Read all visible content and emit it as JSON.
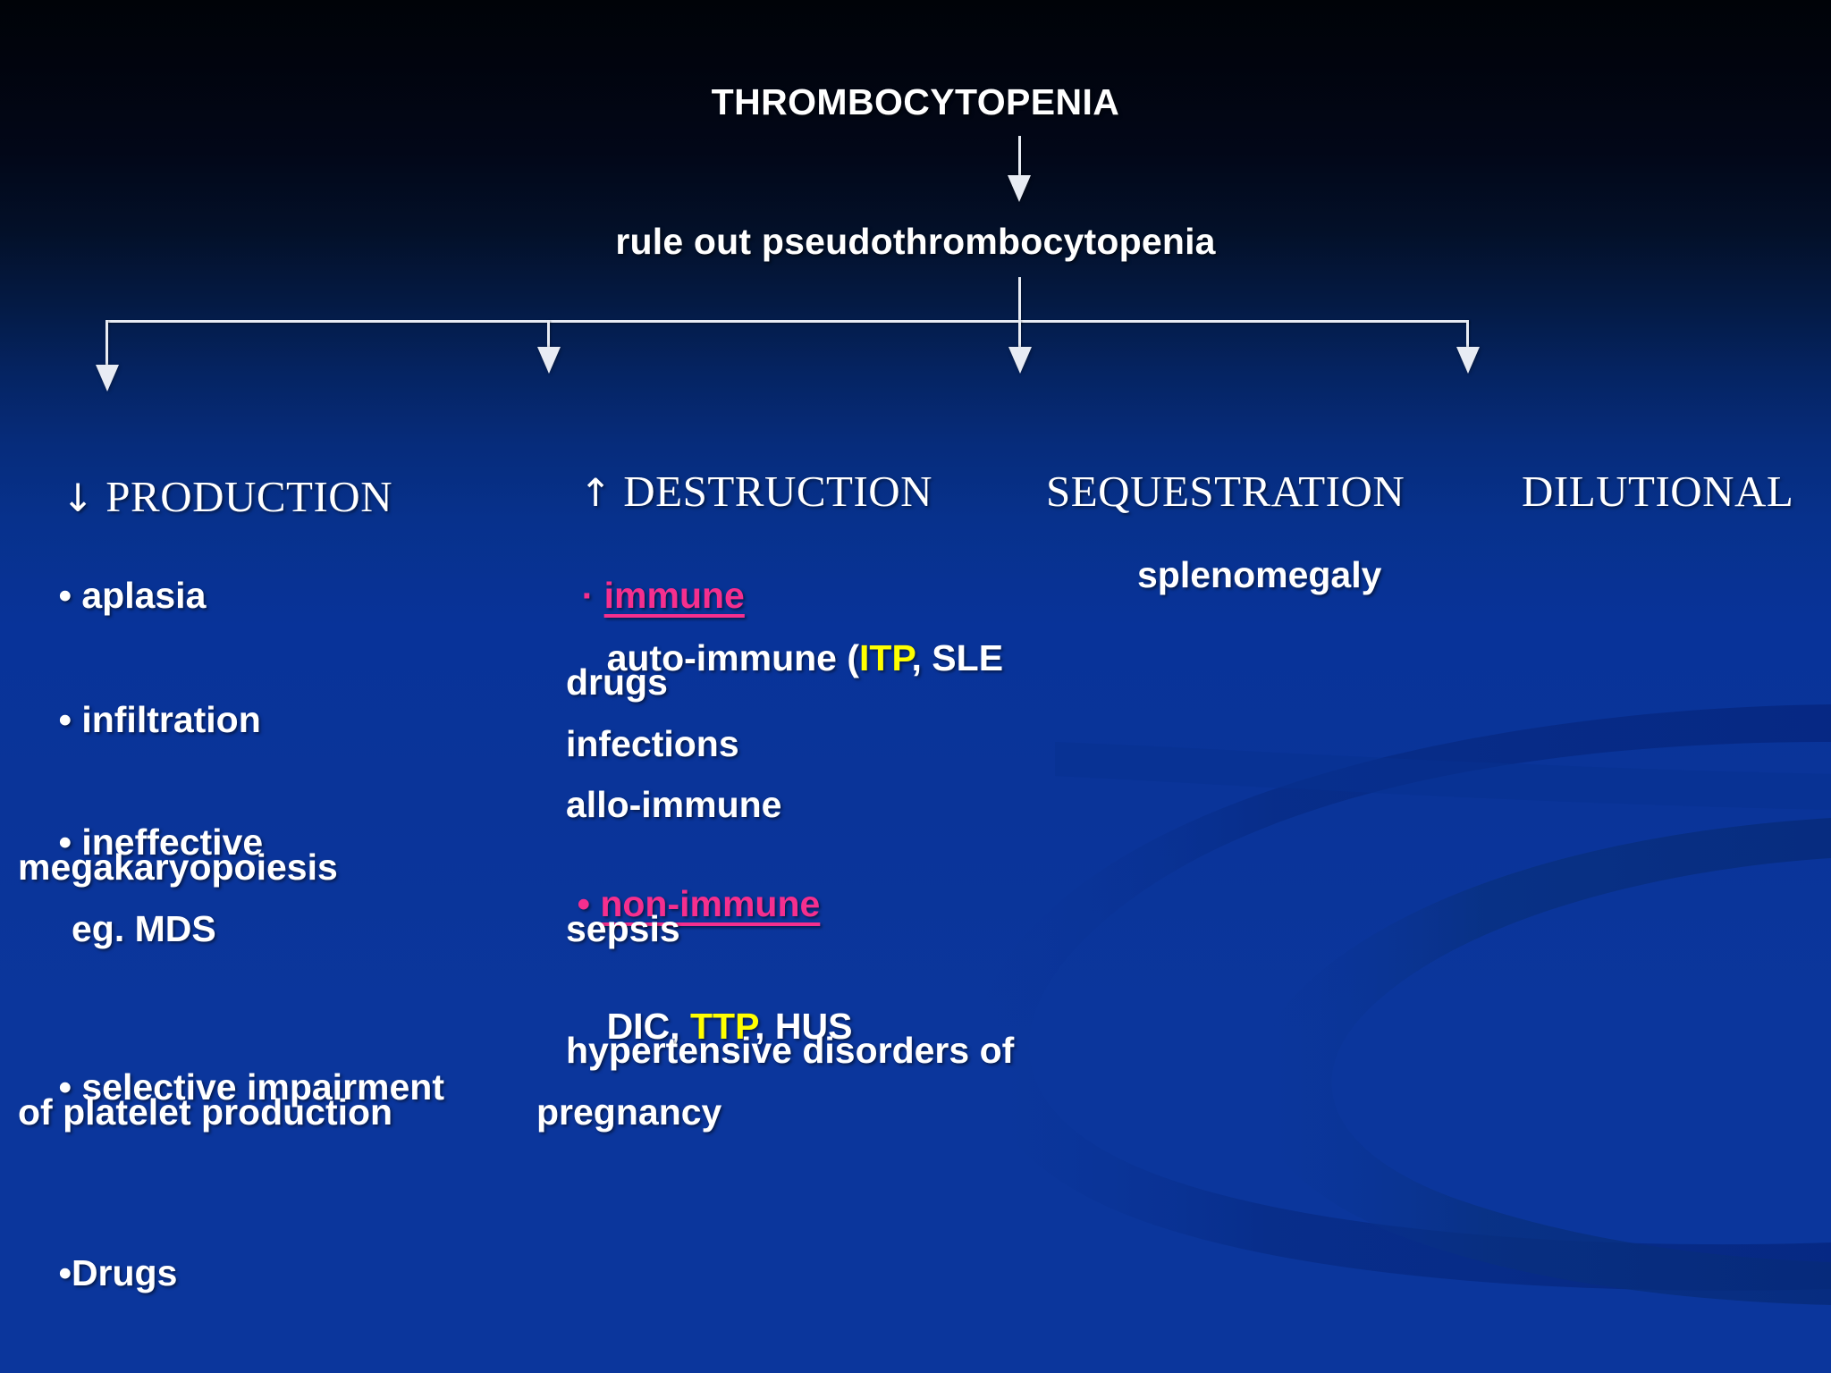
{
  "slide": {
    "title": "THROMBOCYTOPENIA",
    "subtitle": "rule out pseudothrombocytopenia"
  },
  "colors": {
    "background_top": "#000308",
    "background_bottom": "#0b369c",
    "text": "#ffffff",
    "highlight_pink": "#f52f8e",
    "highlight_yellow": "#ffff00",
    "connector": "#e8ecf4"
  },
  "columns": [
    {
      "id": "production",
      "arrow_glyph": "↓",
      "heading": "PRODUCTION",
      "items": [
        {
          "bullet": "•",
          "line1": "aplasia"
        },
        {
          "bullet": "•",
          "line1": "infiltration"
        },
        {
          "bullet": "•",
          "line1": "ineffective",
          "line2": "megakaryopoiesis",
          "line3": "eg. MDS"
        },
        {
          "bullet": "•",
          "line1": "selective impairment",
          "line2": "of platelet production"
        },
        {
          "bullet": "•",
          "line1": "Drugs"
        }
      ]
    },
    {
      "id": "destruction",
      "arrow_glyph": "↑",
      "heading": "DESTRUCTION",
      "groups": [
        {
          "bullet": "·",
          "label": "immune",
          "label_color": "#f52f8e",
          "sub": [
            {
              "pre": "auto-immune (",
              "hl": "ITP",
              "post": ", SLE"
            },
            {
              "pre": "drugs",
              "hl": "",
              "post": ""
            },
            {
              "pre": "infections",
              "hl": "",
              "post": ""
            },
            {
              "pre": "allo-immune",
              "hl": "",
              "post": ""
            }
          ]
        },
        {
          "bullet": "•",
          "label": "non-immune",
          "label_color": "#f52f8e",
          "sub": [
            {
              "pre": "sepsis",
              "hl": "",
              "post": ""
            },
            {
              "pre": "DIC, ",
              "hl": "TTP",
              "post": ", HUS"
            },
            {
              "pre": "hypertensive disorders of",
              "hl": "",
              "post": ""
            },
            {
              "pre": "pregnancy",
              "hl": "",
              "post": ""
            }
          ]
        }
      ]
    },
    {
      "id": "sequestration",
      "arrow_glyph": "",
      "heading": "SEQUESTRATION",
      "items": [
        {
          "bullet": "",
          "line1": "splenomegaly"
        }
      ]
    },
    {
      "id": "dilutional",
      "arrow_glyph": "",
      "heading": "DILUTIONAL",
      "items": []
    }
  ]
}
